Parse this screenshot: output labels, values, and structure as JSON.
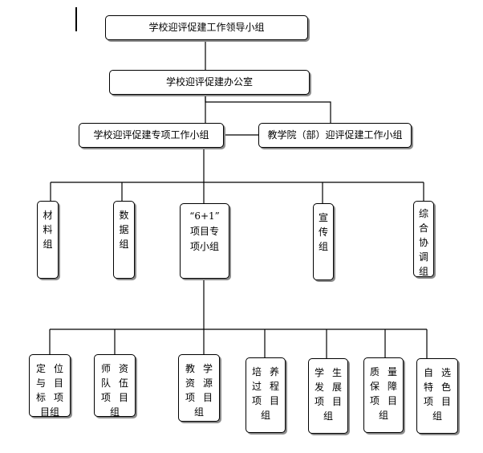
{
  "top": {
    "leader": "学校迎评促建工作领导小组",
    "office": "学校迎评促建办公室",
    "special": "学校迎评促建专项工作小组",
    "college": "教学院（部）迎评促建工作小组"
  },
  "mid": {
    "material": "材料组",
    "data": "数据组",
    "six_quote": "“6+1”",
    "six_l2": "项目专",
    "six_l3": "项小组",
    "publicity": "宣传组",
    "coord": "综合协调组"
  },
  "bottom": {
    "b1": "定位与目标项目组",
    "b2": "师资队伍项目组",
    "b3": "教学资源项目组",
    "b4": "培养过程项目组",
    "b5": "学生发展项目组",
    "b6": "质量保障项目组",
    "b7": "自选特色项目组"
  },
  "colors": {
    "line": "#000000",
    "shadow": "#8c8c8c",
    "box_fill": "#ffffff"
  }
}
